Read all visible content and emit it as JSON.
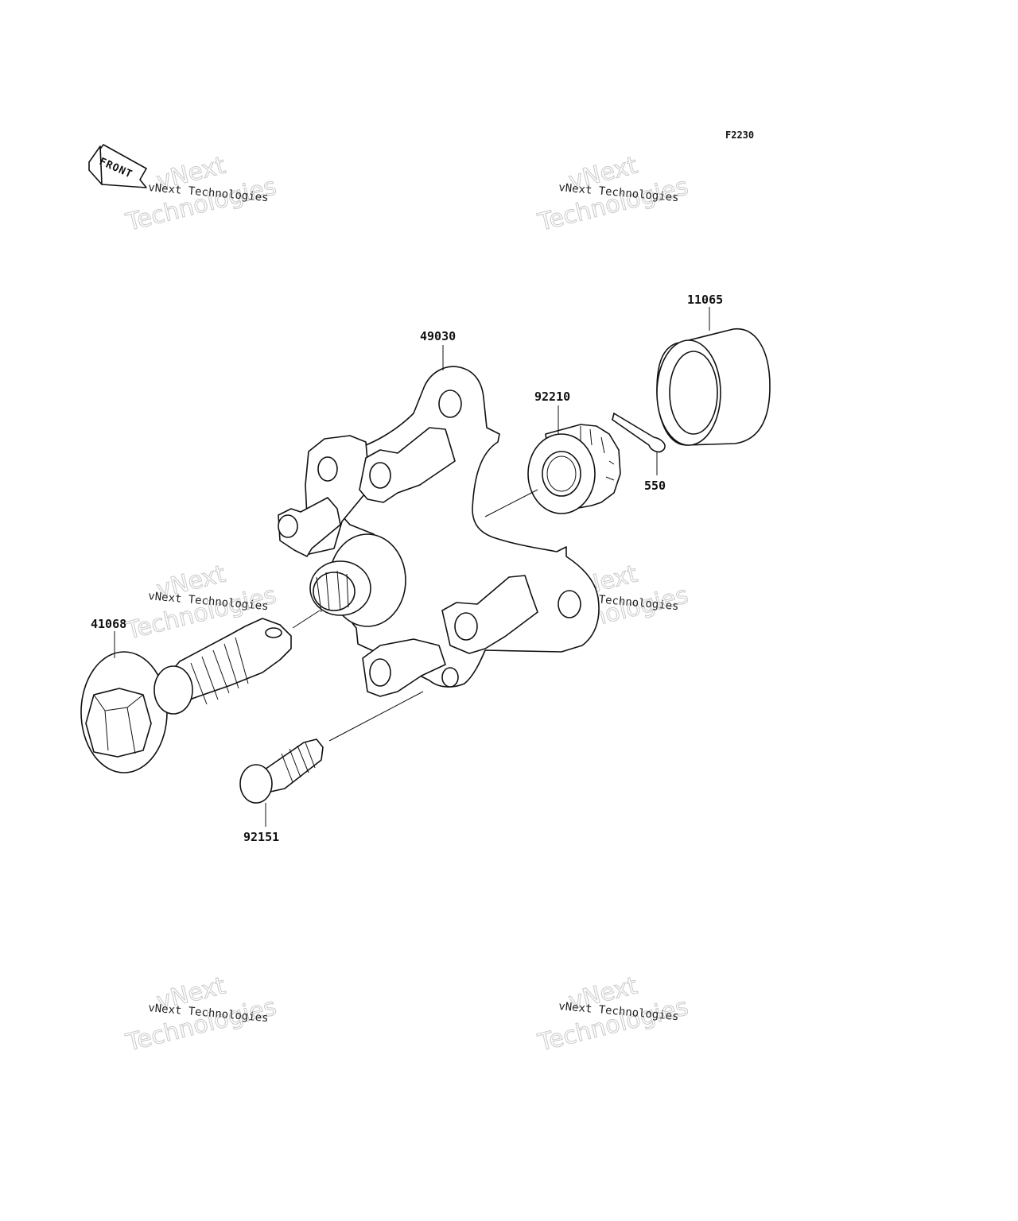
{
  "diagram": {
    "code": "F2230",
    "front_label": "FRONT",
    "parts": [
      {
        "id": "49030"
      },
      {
        "id": "11065"
      },
      {
        "id": "92210"
      },
      {
        "id": "550"
      },
      {
        "id": "41068"
      },
      {
        "id": "92151"
      }
    ]
  },
  "watermark": {
    "line1": "vNext Technologies",
    "outline_top": "vNext",
    "outline_bottom": "Technologies"
  }
}
